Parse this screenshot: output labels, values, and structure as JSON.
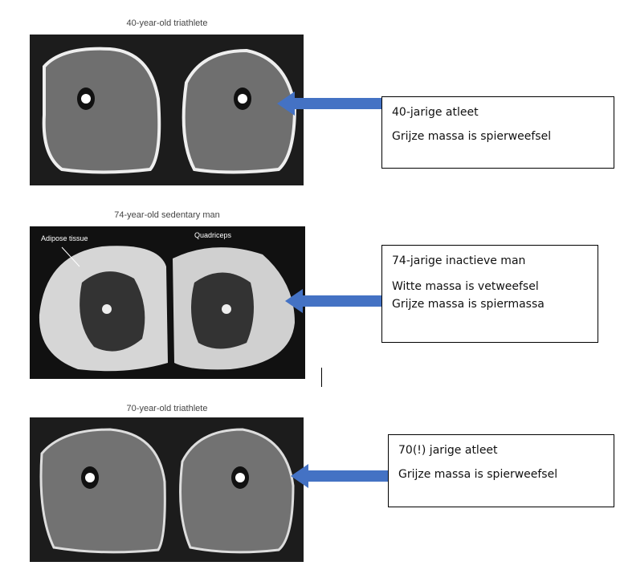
{
  "panels": [
    {
      "caption": "40-year-old triathlete",
      "note_lines": [
        "40-jarige atleet",
        "Grijze massa is spierweefsel"
      ]
    },
    {
      "caption": "74-year-old sedentary man",
      "labels": [
        "Adipose tissue",
        "Quadriceps"
      ],
      "note_lines": [
        "74-jarige inactieve man",
        "Witte massa is vetweefsel",
        "Grijze massa is spiermassa"
      ]
    },
    {
      "caption": "70-year-old triathlete",
      "note_lines": [
        "70(!) jarige atleet",
        "Grijze massa is spierweefsel"
      ]
    }
  ],
  "colors": {
    "arrow": "#4472c4",
    "muscle": "#6e6e6e",
    "fat": "#d8d8d8",
    "background": "#1c1c1c"
  }
}
